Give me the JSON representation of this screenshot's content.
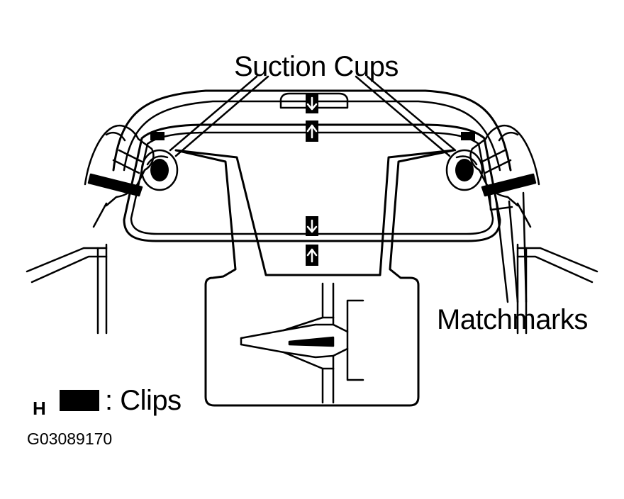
{
  "labels": {
    "suction_cups": "Suction Cups",
    "matchmarks": "Matchmarks",
    "legend_key": "H",
    "legend_text": ": Clips",
    "figure_code": "G03089170"
  },
  "legend": {
    "swatch_color": "#000000"
  },
  "colors": {
    "line": "#000000",
    "background": "#ffffff"
  },
  "icons": [
    "suction-cup-icon",
    "hand-icon",
    "arrow-up-icon",
    "arrow-down-icon",
    "clip-icon"
  ]
}
